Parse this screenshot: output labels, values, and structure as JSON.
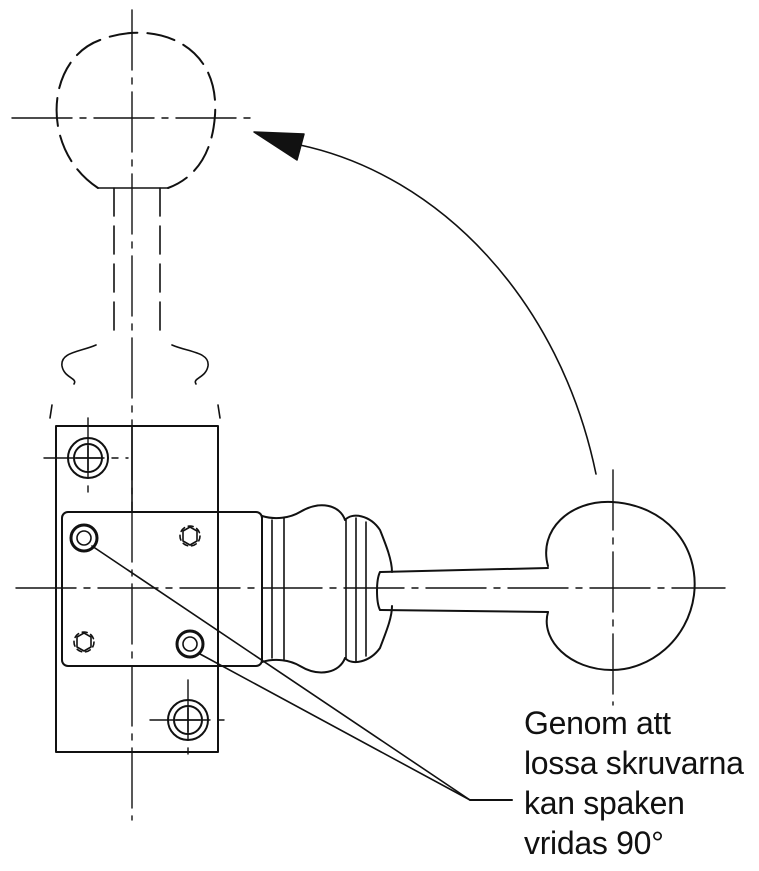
{
  "caption": {
    "lines": [
      "Genom att",
      "lossa skruvarna",
      "kan spaken",
      "vridas 90°"
    ]
  },
  "colors": {
    "ink": "#111111",
    "paper": "#ffffff"
  }
}
